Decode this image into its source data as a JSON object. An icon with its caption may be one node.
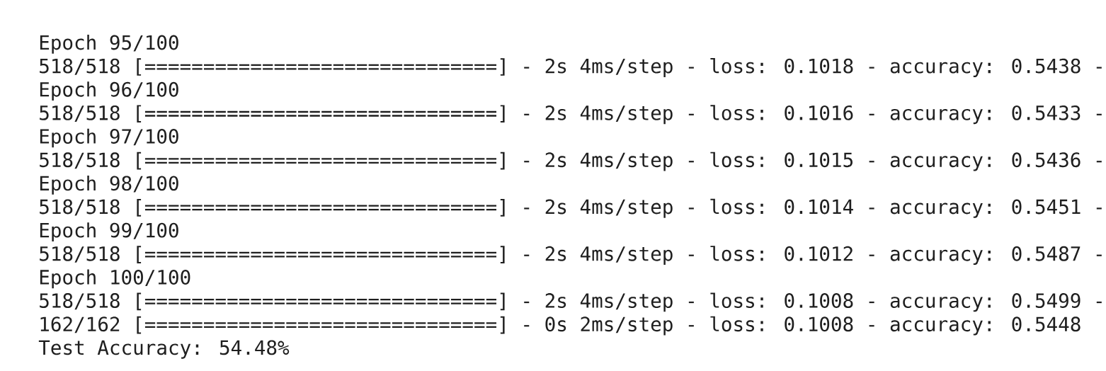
{
  "diagram": {
    "labels": [
      "Epoch 95/100",
      "518/518 [==============================] - 2s 4ms/step - loss: 0.1018 - accuracy: 0.5438 -",
      "Epoch 96/100",
      "518/518 [==============================] - 2s 4ms/step - loss: 0.1016 - accuracy: 0.5433 -",
      "Epoch 97/100",
      "518/518 [==============================] - 2s 4ms/step - loss: 0.1015 - accuracy: 0.5436 -",
      "Epoch 98/100",
      "518/518 [==============================] - 2s 4ms/step - loss: 0.1014 - accuracy: 0.5451 -",
      "Epoch 99/100",
      "518/518 [==============================] - 2s 4ms/step - loss: 0.1012 - accuracy: 0.5487 -",
      "Epoch 100/100",
      "518/518 [==============================] - 2s 4ms/step - loss: 0.1008 - accuracy: 0.5499 -",
      "162/162 [==============================] - 0s 2ms/step - loss: 0.1008 - accuracy: 0.5448",
      "Test Accuracy: 54.48%"
    ]
  }
}
